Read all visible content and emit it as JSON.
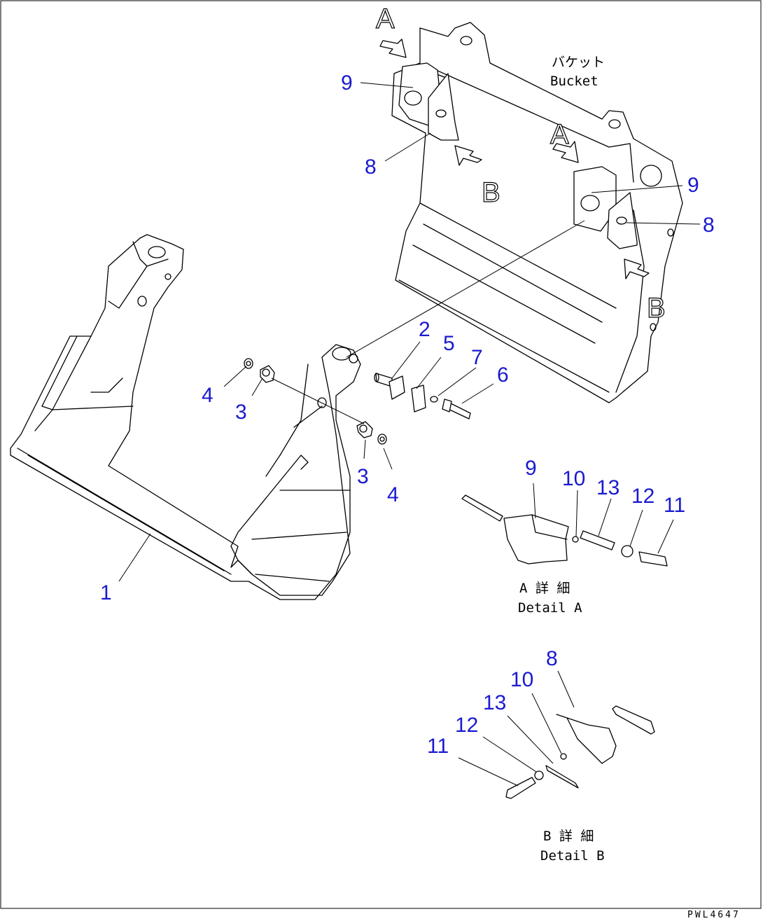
{
  "labels": {
    "bucket_jp": "バケット",
    "bucket_en": "Bucket",
    "view_a": "A",
    "view_b": "B",
    "detail_a_jp": "A 詳 細",
    "detail_a_en": "Detail A",
    "detail_b_jp": "B 詳 細",
    "detail_b_en": "Detail B",
    "drawing_code": "PWL4647"
  },
  "callouts": {
    "c1": "1",
    "c2": "2",
    "c3a": "3",
    "c3b": "3",
    "c4a": "4",
    "c4b": "4",
    "c5": "5",
    "c6": "6",
    "c7": "7",
    "c8a": "8",
    "c8b": "8",
    "c8c": "8",
    "c9a": "9",
    "c9b": "9",
    "c9c": "9",
    "c10a": "10",
    "c10b": "10",
    "c11a": "11",
    "c11b": "11",
    "c12a": "12",
    "c12b": "12",
    "c13a": "13",
    "c13b": "13"
  },
  "colors": {
    "callout": "#1a1ad0",
    "line": "#000000"
  }
}
